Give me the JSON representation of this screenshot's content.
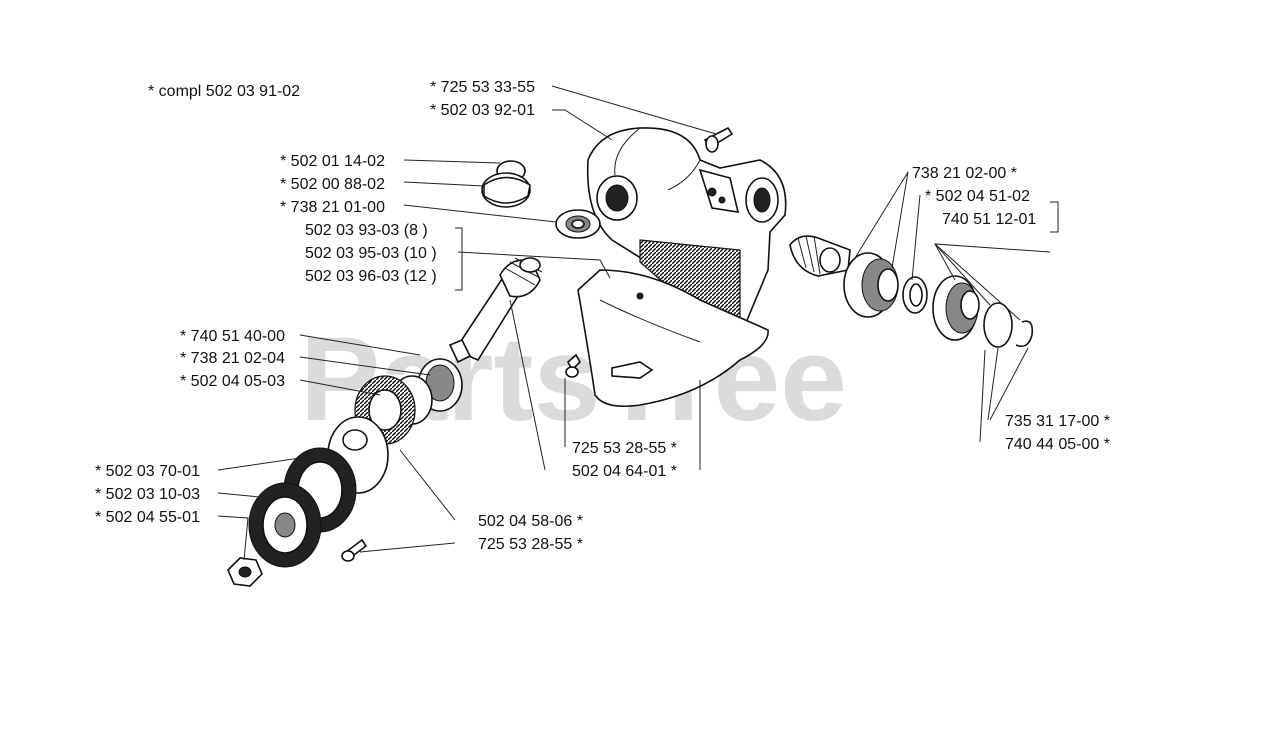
{
  "watermark": "PartsTree",
  "labels": {
    "compl": "*  compl 502 03 91-02",
    "p_725533355": "*  725 53 33-55",
    "p_502039201": "*  502 03 92-01",
    "p_502011402": "*  502 01 14-02",
    "p_502008802": "*  502 00 88-02",
    "p_738210100": "*  738 21 01-00",
    "p_502039303": "502 03 93-03 (8  )",
    "p_502039503": "502 03 95-03 (10  )",
    "p_502039603": "502 03 96-03 (12  )",
    "p_740514000": "*  740 51 40-00",
    "p_738210204": "*  738 21 02-04",
    "p_502040503": "*  502 04 05-03",
    "p_502037001": "*  502 03 70-01",
    "p_502031003": "*  502 03 10-03",
    "p_502045501": "*  502 04 55-01",
    "p_725532855a": "725 53 28-55  *",
    "p_502046401": "502 04 64-01  *",
    "p_502045806": "502 04 58-06  *",
    "p_725532855b": "725 53 28-55  *",
    "p_738210200": "738 21 02-00  *",
    "p_502045102": "*  502 04 51-02",
    "p_740511201": "740 51 12-01",
    "p_735311700": "735 31 17-00  *",
    "p_740440500": "740 44 05-00  *"
  }
}
